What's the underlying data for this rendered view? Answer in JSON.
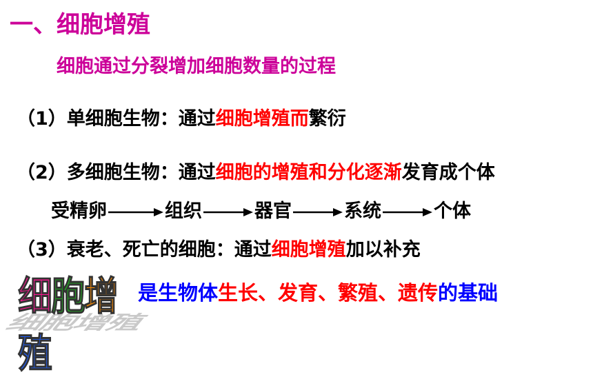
{
  "title": "一、细胞增殖",
  "definition": "细胞通过分裂增加细胞数量的过程",
  "items": [
    {
      "prefix": "（1）单细胞生物：通过",
      "highlight": "细胞增殖而",
      "suffix": "繁衍"
    },
    {
      "prefix": "（2）多细胞生物：通过",
      "highlight": "细胞的增殖和分化逐渐",
      "suffix": "发育成个体"
    },
    {
      "prefix": "（3）衰老、死亡的细胞：通过",
      "highlight": "细胞增殖",
      "suffix": "加以补充"
    }
  ],
  "sequence": [
    "受精卵",
    "组织",
    "器官",
    "系统",
    "个体"
  ],
  "word_art": {
    "chars": [
      "细",
      "胞",
      "增",
      "殖"
    ]
  },
  "conclusion": {
    "p1": "是生物体",
    "p2": "生长、发育、繁殖、遗传",
    "p3": "的基础"
  },
  "colors": {
    "title": "#cc0099",
    "highlight": "#ff0000",
    "conclusion": "#0000ff"
  }
}
